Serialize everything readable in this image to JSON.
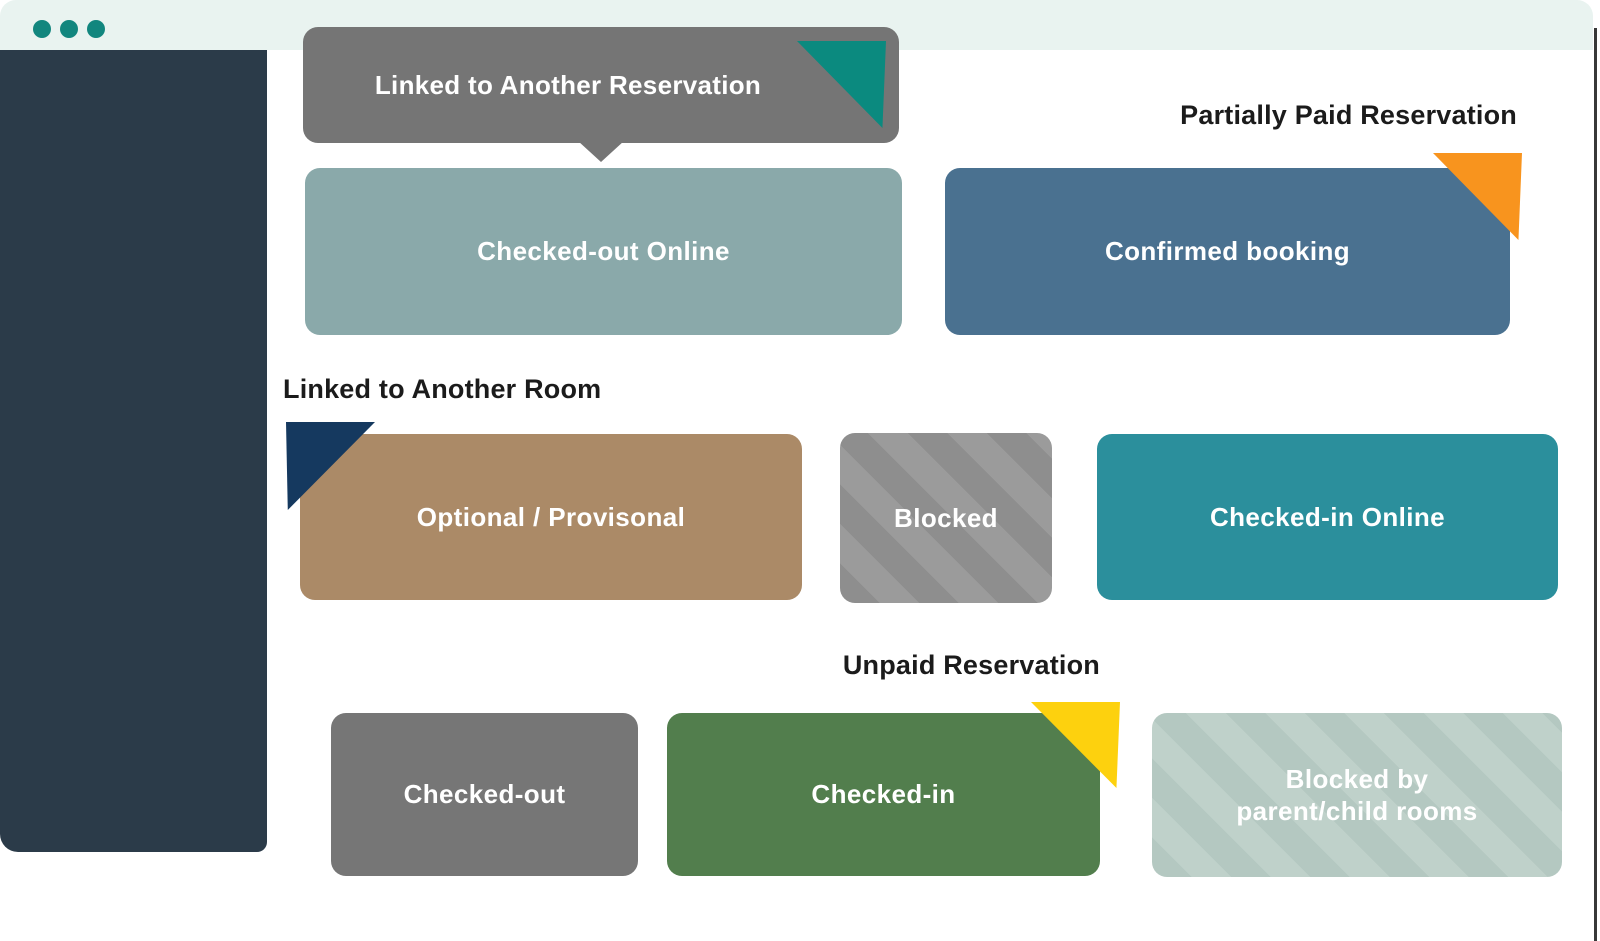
{
  "window": {
    "topbar_color": "#E9F3F0",
    "sidebar_color": "#2B3B49",
    "traffic_dot_color": "#12867E"
  },
  "callouts": {
    "linked_reservation": {
      "label": "Linked to Another Reservation",
      "flag_color": "#0B8A7F"
    },
    "partially_paid": {
      "label": "Partially Paid Reservation",
      "flag_color": "#F8941E"
    },
    "linked_room": {
      "label": "Linked to Another Room",
      "flag_color": "#15395F"
    },
    "unpaid": {
      "label": "Unpaid Reservation",
      "flag_color": "#FDD10E"
    }
  },
  "statuses": [
    {
      "label": "Checked-out Online",
      "color": "#8AA9AA",
      "pattern": "solid"
    },
    {
      "label": "Confirmed booking",
      "color": "#4A7190",
      "pattern": "solid"
    },
    {
      "label": "Optional / Provisonal",
      "color": "#AB8A67",
      "pattern": "solid"
    },
    {
      "label": "Blocked",
      "color": "#8E8E8E",
      "pattern": "diagonal-stripes"
    },
    {
      "label": "Checked-in Online",
      "color": "#2B8F9C",
      "pattern": "solid"
    },
    {
      "label": "Checked-out",
      "color": "#767676",
      "pattern": "solid"
    },
    {
      "label": "Checked-in",
      "color": "#527E4D",
      "pattern": "solid"
    },
    {
      "label": "Blocked by parent/child rooms",
      "color": "#B4C8C1",
      "pattern": "diagonal-stripes"
    }
  ]
}
